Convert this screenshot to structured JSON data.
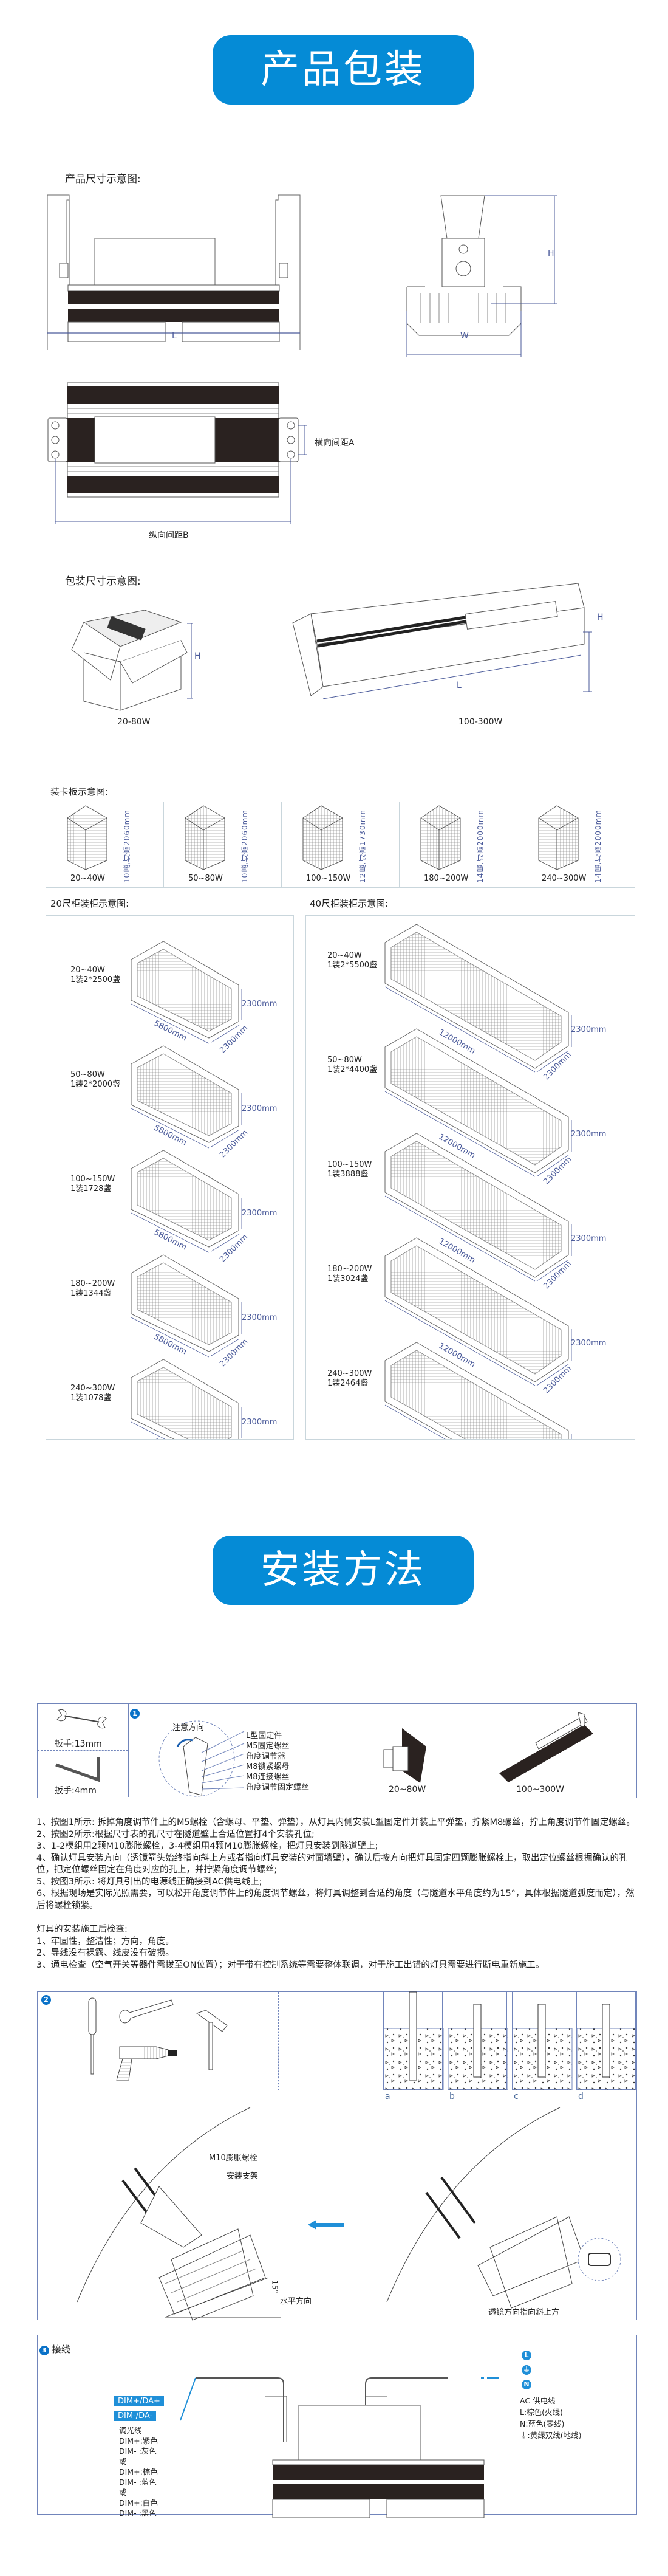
{
  "colors": {
    "accent": "#058bd6",
    "dimension": "#4a5a9a",
    "frame": "#c9d6dc",
    "box_border": "#7185bb"
  },
  "packaging": {
    "badge": "产品包装",
    "product_size_title": "产品尺寸示意图:",
    "dim_L": "L",
    "dim_W": "W",
    "dim_H": "H",
    "spacing_a": "横向间距A",
    "spacing_b": "纵向间距B",
    "package_size_title": "包装尺寸示意图:",
    "package_small": "20-80W",
    "package_large": "100-300W",
    "pallet_title": "装卡板示意图:",
    "pallets": [
      {
        "power": "20~40W",
        "stack": "10层,灯高2060mm"
      },
      {
        "power": "50~80W",
        "stack": "10层,灯高2060mm"
      },
      {
        "power": "100~150W",
        "stack": "12层,灯高1730mm"
      },
      {
        "power": "180~200W",
        "stack": "14层,灯高2000mm"
      },
      {
        "power": "240~300W",
        "stack": "14层,灯高2000mm"
      }
    ],
    "container20_title": "20尺柜装柜示意图:",
    "container40_title": "40尺柜装柜示意图:",
    "container20": {
      "length": "5800mm",
      "width": "2300mm",
      "height": "2300mm",
      "entries": [
        {
          "power": "20~40W",
          "qty": "1装2*2500盏"
        },
        {
          "power": "50~80W",
          "qty": "1装2*2000盏"
        },
        {
          "power": "100~150W",
          "qty": "1装1728盏"
        },
        {
          "power": "180~200W",
          "qty": "1装1344盏"
        },
        {
          "power": "240~300W",
          "qty": "1装1078盏"
        }
      ]
    },
    "container40": {
      "length": "12000mm",
      "width": "2300mm",
      "height": "2300mm",
      "entries": [
        {
          "power": "20~40W",
          "qty": "1装2*5500盏"
        },
        {
          "power": "50~80W",
          "qty": "1装2*4400盏"
        },
        {
          "power": "100~150W",
          "qty": "1装3888盏"
        },
        {
          "power": "180~200W",
          "qty": "1装3024盏"
        },
        {
          "power": "240~300W",
          "qty": "1装2464盏"
        }
      ]
    }
  },
  "install": {
    "badge": "安装方法",
    "step1": {
      "num": "1",
      "tool1": "扳手:13mm",
      "tool2": "扳手:4mm",
      "note": "注意方向",
      "parts": [
        "L型固定件",
        "M5固定螺丝",
        "角度调节器",
        "M8锁紧螺母",
        "M8连接螺丝",
        "角度调节固定螺丝"
      ],
      "small": "20~80W",
      "large": "100~300W"
    },
    "instructions": [
      "1、按图1所示: 拆掉角度调节件上的M5螺栓（含螺母、平垫、弹垫），从灯具内侧安装L型固定件并装上平弹垫，拧紧M8螺丝，拧上角度调节件固定螺丝。",
      "2、按图2所示:根据尺寸表的孔尺寸在隧道壁上合适位置打4个安装孔位;",
      "3、1-2模组用2颗M10膨胀螺栓，3-4模组用4颗M10膨胀螺栓，把灯具安装到隧道壁上;",
      "4、确认灯具安装方向（透镜箭头始终指向斜上方或者指向灯具安装的对面墙壁），确认后按方向把灯具固定四颗膨胀螺栓上，取出定位螺丝根据确认的孔位，把定位螺丝固定在角度对应的孔上，并拧紧角度调节螺丝;",
      "5、按图3所示: 将灯具引出的电源线正确接到AC供电线上;",
      "6、根据现场是实际光照需要，可以松开角度调节件上的角度调节螺丝，将灯具调整到合适的角度（与隧道水平角度约为15°，具体根据隧道弧度而定），然后将螺栓锁紧。"
    ],
    "check_title": "灯具的安装施工后检查:",
    "checks": [
      "1、牢固性，整洁性；方向，角度。",
      "2、导线没有裸露、线皮没有破损。",
      "3、通电检查（空气开关等器件需拨至ON位置）；对于带有控制系统等需要整体联调，对于施工出错的灯具需要进行断电重新施工。"
    ],
    "step2": {
      "num": "2",
      "steps": [
        "a",
        "b",
        "c",
        "d"
      ],
      "bolt": "M10膨胀螺栓",
      "bracket": "安装支架",
      "angle": "15°",
      "horizontal": "水平方向",
      "lens": "透镜方向指向斜上方"
    },
    "step3": {
      "num": "3",
      "title": "接线",
      "dim_plus": "DIM+/DA+",
      "dim_minus": "DIM-/DA-",
      "dim_lines": [
        "调光线",
        "DIM+:紫色",
        "DIM- :灰色",
        "或",
        "DIM+:棕色",
        "DIM- :蓝色",
        "或",
        "DIM+:白色",
        "DIM- :黑色"
      ],
      "ac_markers": [
        "L",
        "⏚",
        "N"
      ],
      "ac_lines": [
        "AC 供电线",
        "L:棕色(火线)",
        "N:蓝色(零线)",
        "⏚:黄绿双线(地线)"
      ]
    }
  }
}
